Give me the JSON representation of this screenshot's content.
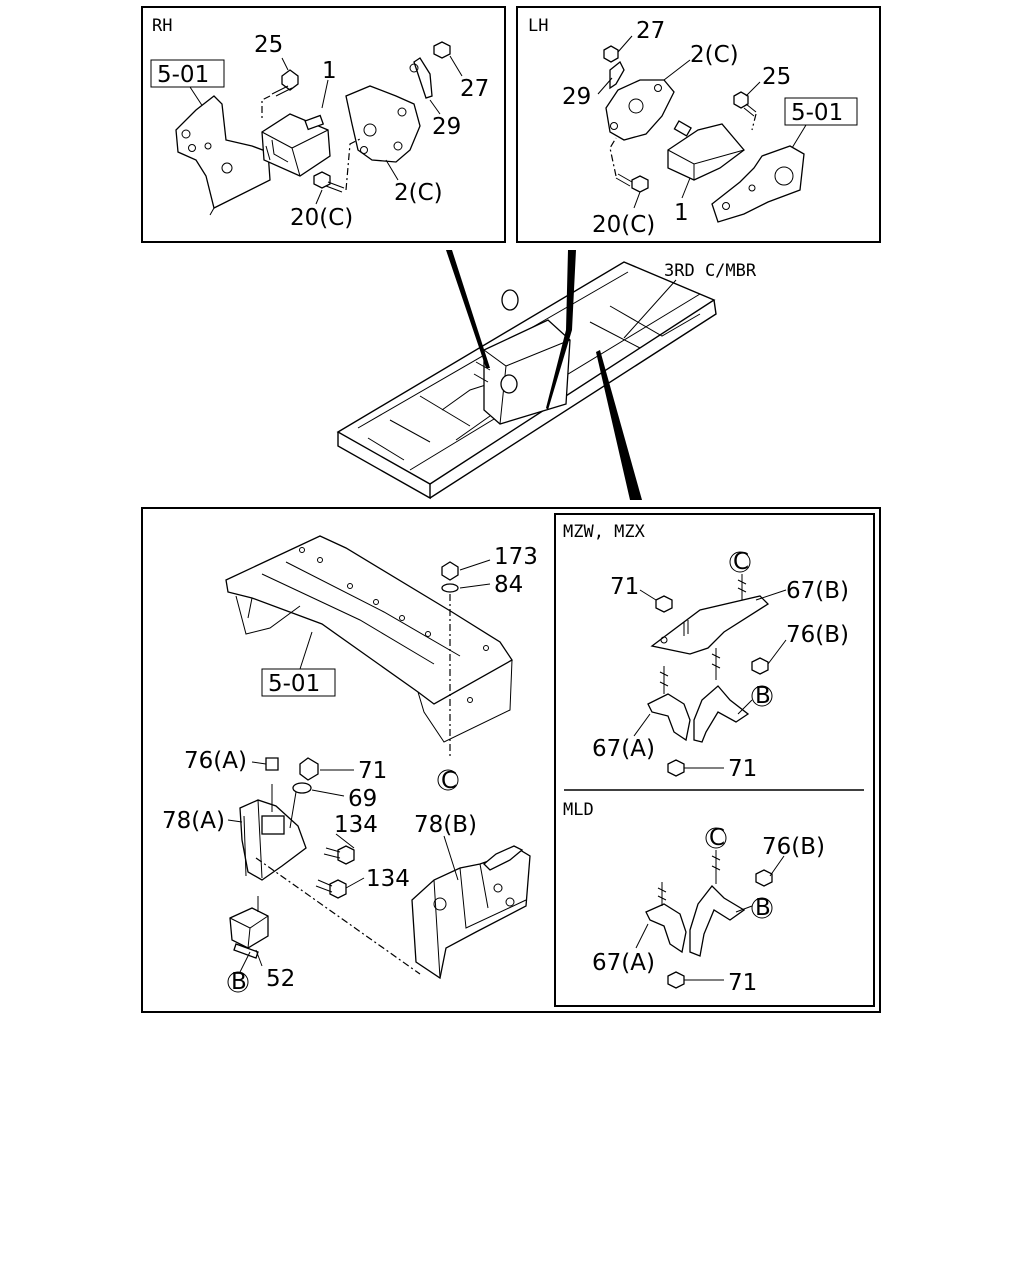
{
  "panels": {
    "rh": {
      "title": "RH",
      "ref_box": "5-01",
      "callouts": {
        "p25": "25",
        "p1": "1",
        "p27": "27",
        "p29": "29",
        "p2c": "2(C)",
        "p20c": "20(C)"
      }
    },
    "lh": {
      "title": "LH",
      "ref_box": "5-01",
      "callouts": {
        "p27": "27",
        "p2c": "2(C)",
        "p29": "29",
        "p25": "25",
        "p20c": "20(C)",
        "p1": "1"
      }
    },
    "frame_view": {
      "label": "3RD C/MBR"
    },
    "lower": {
      "ref_box": "5-01",
      "callouts": {
        "p173": "173",
        "p84": "84",
        "circle_c": "C",
        "p76a": "76(A)",
        "p71": "71",
        "p69": "69",
        "p78a": "78(A)",
        "p134a": "134",
        "p134b": "134",
        "p78b": "78(B)",
        "p52": "52",
        "circle_b": "B"
      },
      "mzw": {
        "title": "MZW, MZX",
        "callouts": {
          "circle_c": "C",
          "p71a": "71",
          "p67b": "67(B)",
          "p76b": "76(B)",
          "circle_b": "B",
          "p67a": "67(A)",
          "p71b": "71"
        }
      },
      "mld": {
        "title": "MLD",
        "callouts": {
          "circle_c": "C",
          "p76b": "76(B)",
          "circle_b": "B",
          "p67a": "67(A)",
          "p71": "71"
        }
      }
    }
  }
}
